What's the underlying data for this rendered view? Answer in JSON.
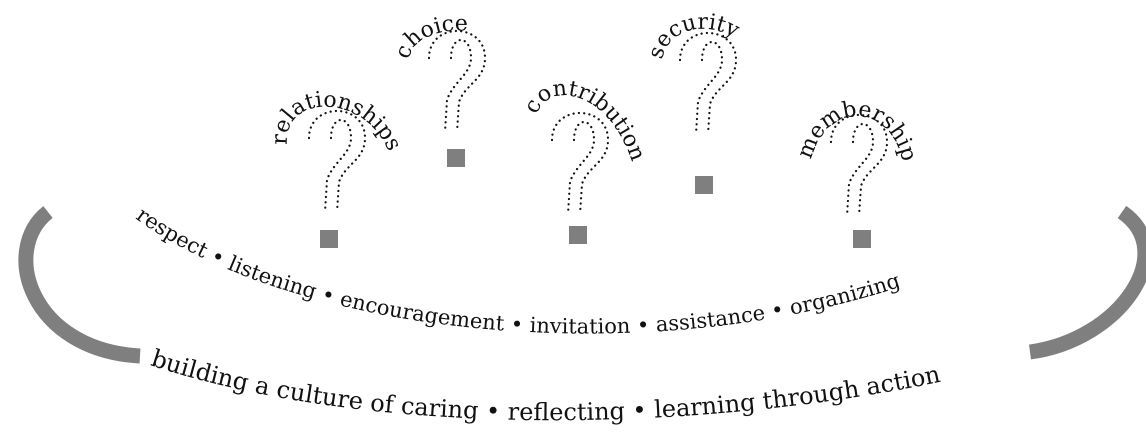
{
  "questions": [
    {
      "id": "relationships",
      "label": "relationships"
    },
    {
      "id": "choice",
      "label": "choice"
    },
    {
      "id": "contribution",
      "label": "contribution"
    },
    {
      "id": "security",
      "label": "security"
    },
    {
      "id": "membership",
      "label": "membership"
    }
  ],
  "arcs": {
    "values": "respect • listening • encouragement • invitation • assistance • organizing",
    "practices": "building a culture of caring • reflecting • learning through action"
  },
  "colors": {
    "bracket": "#7f7f7f",
    "text": "#111111"
  }
}
